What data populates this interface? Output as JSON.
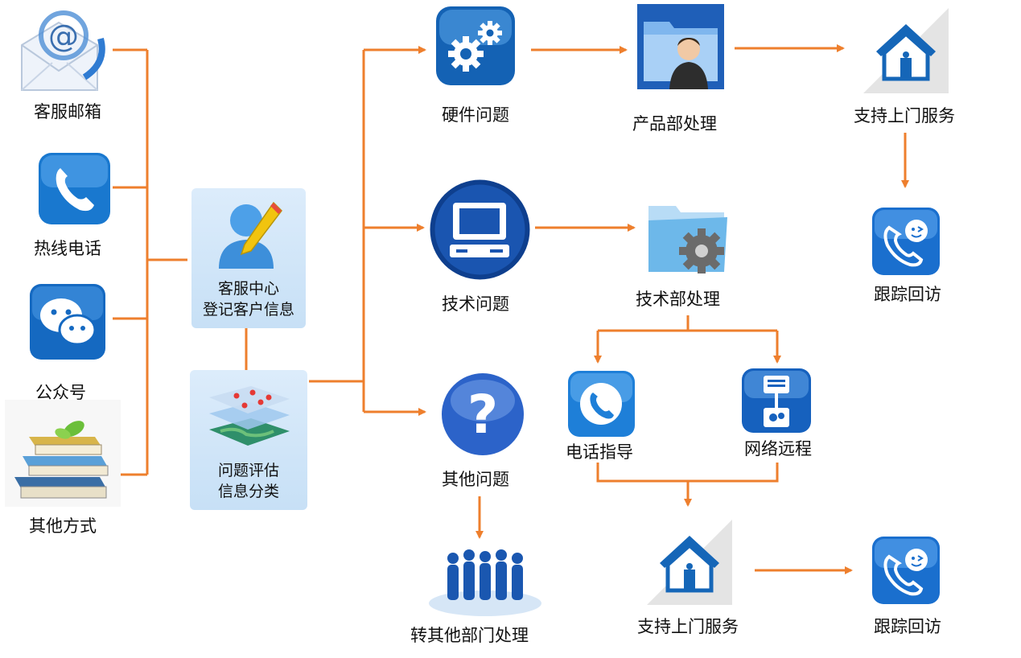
{
  "sources": {
    "email": "客服邮箱",
    "hotline": "热线电话",
    "wechat": "公众号",
    "other": "其他方式"
  },
  "center": {
    "line1": "客服中心",
    "line2": "登记客户信息"
  },
  "assess": {
    "line1": "问题评估",
    "line2": "信息分类"
  },
  "issues": {
    "hardware": "硬件问题",
    "technical": "技术问题",
    "other": "其他问题"
  },
  "handlers": {
    "product": "产品部处理",
    "tech": "技术部处理",
    "transfer": "转其他部门处理"
  },
  "tech_methods": {
    "phone": "电话指导",
    "remote": "网络远程"
  },
  "outcomes": {
    "onsite_top": "支持上门服务",
    "followup_top": "跟踪回访",
    "onsite_bottom": "支持上门服务",
    "followup_bottom": "跟踪回访"
  },
  "colors": {
    "connector": "#ee7f2d",
    "icon_blue": "#1a73c8"
  }
}
